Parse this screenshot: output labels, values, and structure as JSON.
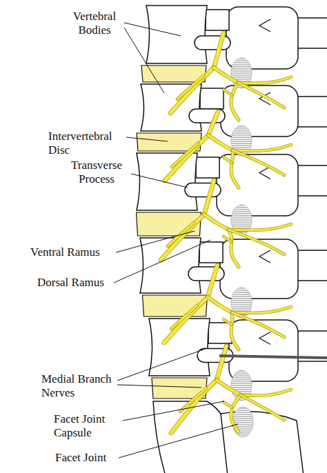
{
  "diagram": {
    "labels": [
      "Vertebral Bodies",
      "Intervertebral Disc",
      "Transverse Process",
      "Ventral Ramus",
      "Dorsal Ramus",
      "Medial Branch Nerves",
      "Facet Joint Capsule",
      "Facet Joint"
    ]
  }
}
